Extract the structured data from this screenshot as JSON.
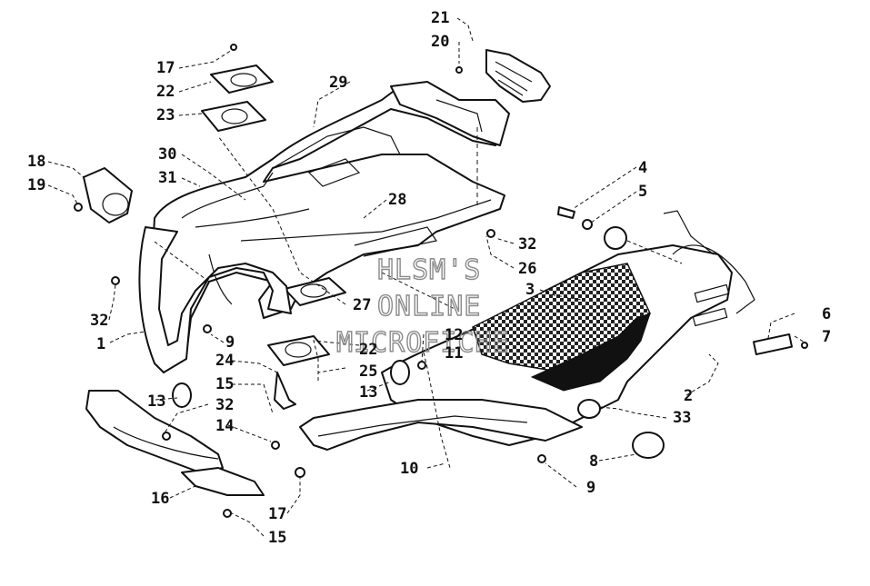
{
  "watermark": {
    "line1": "HLSM'S",
    "line2": "ONLINE",
    "line3": "MICROFICHE"
  },
  "callouts": {
    "c21": "21",
    "c20": "20",
    "c29": "29",
    "c17a": "17",
    "c22a": "22",
    "c23": "23",
    "c30": "30",
    "c31": "31",
    "c28": "28",
    "c18": "18",
    "c19": "19",
    "c4": "4",
    "c5": "5",
    "c32a": "32",
    "c26": "26",
    "c3": "3",
    "c27": "27",
    "c32b": "32",
    "c1": "1",
    "c9a": "9",
    "c22b": "22",
    "c12": "12",
    "c11": "11",
    "c24": "24",
    "c25": "25",
    "c15a": "15",
    "c13a": "13",
    "c13b": "13",
    "c32c": "32",
    "c14": "14",
    "c6": "6",
    "c7": "7",
    "c2": "2",
    "c33": "33",
    "c10": "10",
    "c8": "8",
    "c9b": "9",
    "c16": "16",
    "c17b": "17",
    "c15b": "15"
  },
  "colors": {
    "ink": "#111111",
    "paper": "#ffffff",
    "watermark": "#8a8a8a"
  }
}
